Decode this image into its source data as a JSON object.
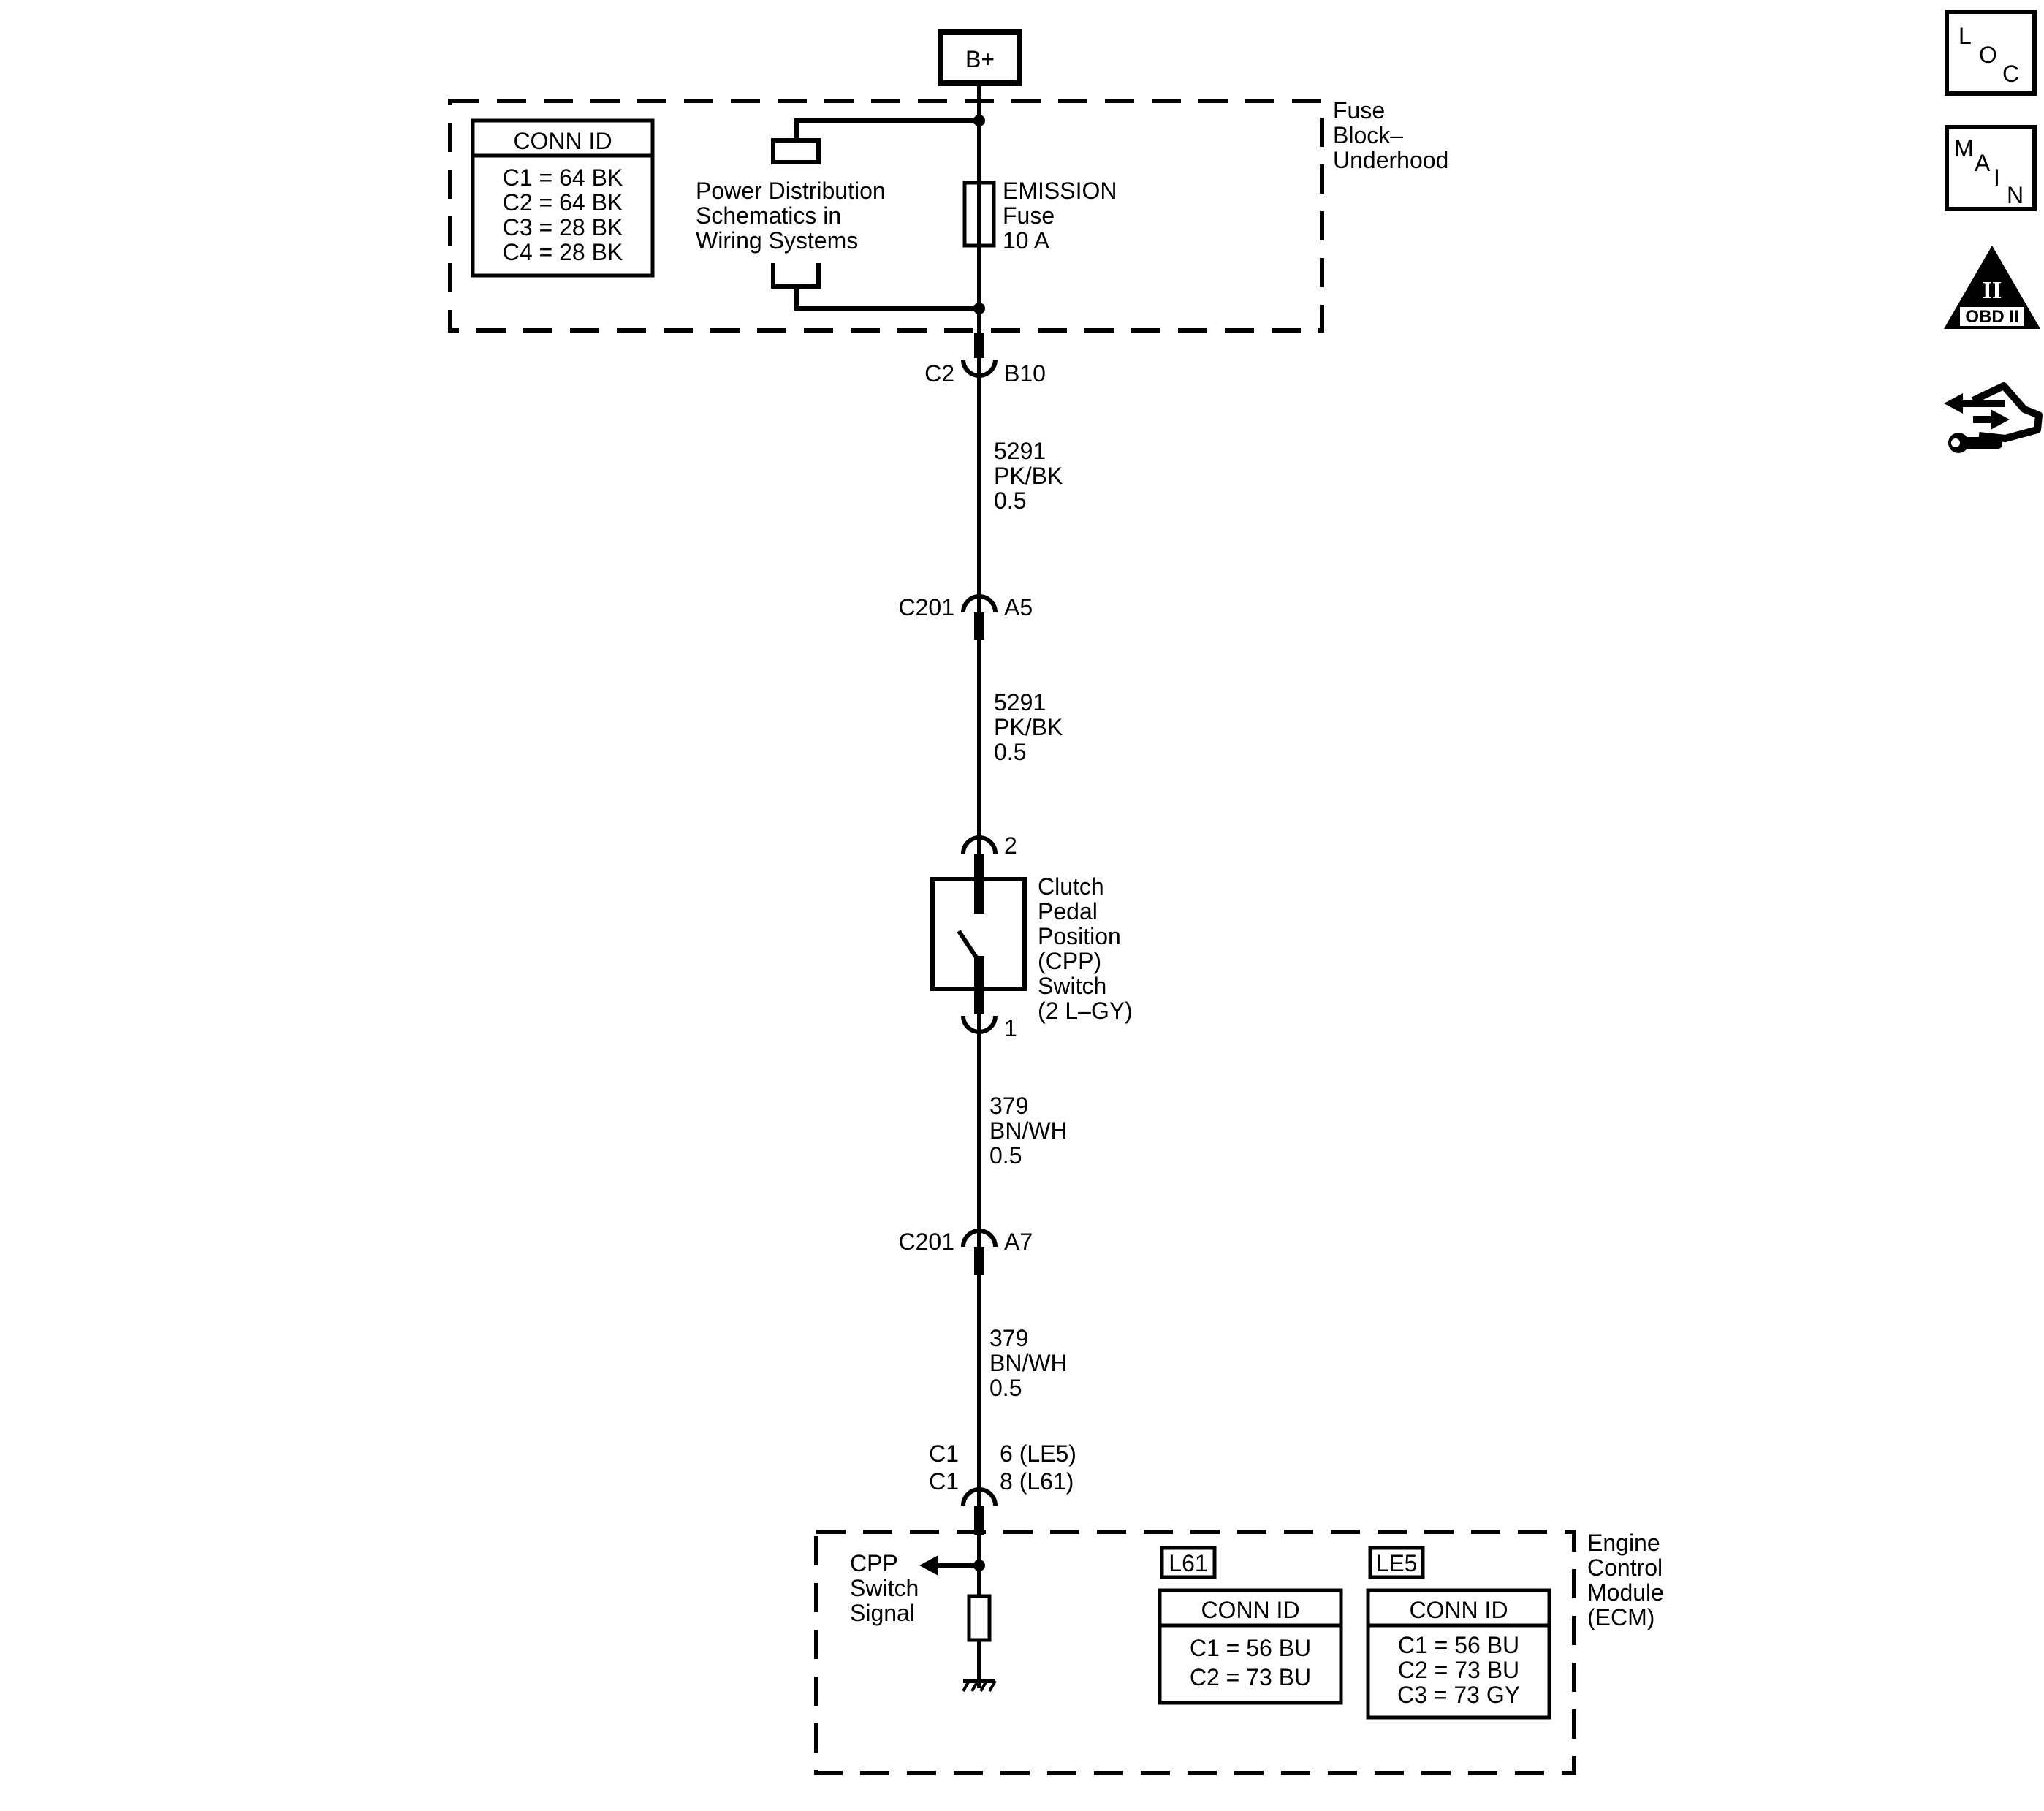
{
  "supply": {
    "label": "B+"
  },
  "fuse_block": {
    "name_lines": [
      "Fuse",
      "Block–",
      "Underhood"
    ],
    "conn_id": {
      "title": "CONN ID",
      "rows": [
        "C1 = 64 BK",
        "C2 = 64 BK",
        "C3 = 28 BK",
        "C4 = 28 BK"
      ]
    },
    "power_ref_lines": [
      "Power Distribution",
      "Schematics in",
      "Wiring Systems"
    ],
    "fuse_lines": [
      "EMISSION",
      "Fuse",
      "10 A"
    ]
  },
  "connectors": {
    "c2": {
      "left": "C2",
      "right": "B10"
    },
    "c201_a5": {
      "left": "C201",
      "right": "A5"
    },
    "cpp_pin2": {
      "right": "2"
    },
    "cpp_pin1": {
      "right": "1"
    },
    "c201_a7": {
      "left": "C201",
      "right": "A7"
    },
    "ecm_c1": {
      "left_top": "C1",
      "left_bottom": "C1",
      "right_top": "6 (LE5)",
      "right_bottom": "8 (L61)"
    }
  },
  "wires": {
    "w1": [
      "5291",
      "PK/BK",
      "0.5"
    ],
    "w2": [
      "5291",
      "PK/BK",
      "0.5"
    ],
    "w3": [
      "379",
      "BN/WH",
      "0.5"
    ],
    "w4": [
      "379",
      "BN/WH",
      "0.5"
    ]
  },
  "cpp_switch": {
    "lines": [
      "Clutch",
      "Pedal",
      "Position",
      "(CPP)",
      "Switch",
      "(2 L–GY)"
    ]
  },
  "ecm": {
    "name_lines": [
      "Engine",
      "Control",
      "Module",
      "(ECM)"
    ],
    "signal_lines": [
      "CPP",
      "Switch",
      "Signal"
    ],
    "l61": {
      "tag": "L61",
      "title": "CONN ID",
      "rows": [
        "C1 = 56 BU",
        "C2 = 73 BU"
      ]
    },
    "le5": {
      "tag": "LE5",
      "title": "CONN ID",
      "rows": [
        "C1 = 56 BU",
        "C2 = 73 BU",
        "C3 = 73 GY"
      ]
    }
  },
  "nav": {
    "loc": [
      "L",
      "O",
      "C"
    ],
    "main": [
      "M",
      "A",
      "I",
      "N"
    ],
    "obd": {
      "numeral": "II",
      "label": "OBD II"
    }
  }
}
